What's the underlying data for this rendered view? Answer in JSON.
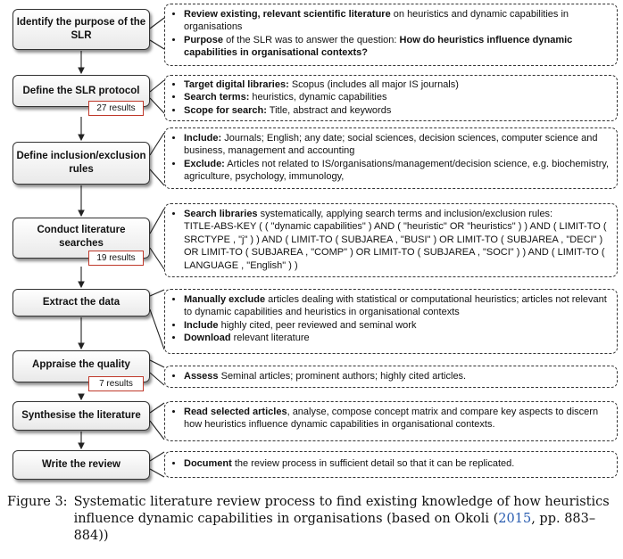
{
  "steps": [
    {
      "label": "Identify the purpose of the SLR",
      "badge": null
    },
    {
      "label": "Define the SLR protocol",
      "badge": "27 results"
    },
    {
      "label": "Define inclusion/exclusion rules",
      "badge": null
    },
    {
      "label": "Conduct literature searches",
      "badge": "19 results"
    },
    {
      "label": "Extract the data",
      "badge": null
    },
    {
      "label": "Appraise the quality",
      "badge": "7 results"
    },
    {
      "label": "Synthesise the literature",
      "badge": null
    },
    {
      "label": "Write the review",
      "badge": null
    }
  ],
  "details": {
    "d1": {
      "i1_bold": "Review existing, relevant scientific literature",
      "i1_rest": " on heuristics and dynamic capabilities in organisations",
      "i2_bold1": "Purpose",
      "i2_mid": " of the SLR was to answer the question: ",
      "i2_bold2": "How do heuristics influence dynamic capabilities in organisational contexts?"
    },
    "d2": {
      "i1_bold": "Target digital libraries:",
      "i1_rest": " Scopus (includes all major IS journals)",
      "i2_bold": "Search terms:",
      "i2_rest": " heuristics, dynamic capabilities",
      "i3_bold": "Scope for search:",
      "i3_rest": " Title, abstract and keywords"
    },
    "d3": {
      "i1_bold": "Include:",
      "i1_rest": " Journals; English; any date; social sciences, decision sciences, computer science and business, management and accounting",
      "i2_bold": "Exclude:",
      "i2_rest": " Articles not related to IS/organisations/management/decision science, e.g. biochemistry, agriculture, psychology, immunology,"
    },
    "d4": {
      "i1_bold": "Search libraries",
      "i1_rest": " systematically, applying search terms and inclusion/exclusion rules:",
      "query": "TITLE-ABS-KEY ( ( \"dynamic capabilities\" ) AND ( \"heuristic\" OR \"heuristics\" ) ) AND ( LIMIT-TO ( SRCTYPE , \"j\" ) ) AND ( LIMIT-TO ( SUBJAREA , \"BUSI\" ) OR LIMIT-TO ( SUBJAREA , \"DECI\" ) OR LIMIT-TO ( SUBJAREA , \"COMP\" ) OR LIMIT-TO ( SUBJAREA , \"SOCI\" ) ) AND ( LIMIT-TO ( LANGUAGE , \"English\" ) )"
    },
    "d5": {
      "i1_bold": "Manually exclude",
      "i1_rest": " articles dealing with statistical or computational heuristics; articles not relevant to dynamic capabilities and heuristics in organisational contexts",
      "i2_bold": "Include",
      "i2_rest": " highly cited, peer reviewed and seminal work",
      "i3_bold": "Download",
      "i3_rest": " relevant literature"
    },
    "d6": {
      "i1_bold": "Assess",
      "i1_rest": " Seminal articles; prominent authors; highly cited articles."
    },
    "d7": {
      "i1_bold": "Read selected articles",
      "i1_rest": ", analyse, compose concept matrix and compare key aspects to discern how heuristics influence dynamic capabilities in organisational contexts."
    },
    "d8": {
      "i1_bold": "Document",
      "i1_rest": " the review process in sufficient detail so that it can be replicated."
    }
  },
  "caption": {
    "label": "Figure 3:",
    "text_before": " Systematic literature review process to find existing knowledge of how heuristics influence dynamic capabilities in organisations (based on Okoli (",
    "year": "2015",
    "text_after": ", pp. 883–884))"
  }
}
